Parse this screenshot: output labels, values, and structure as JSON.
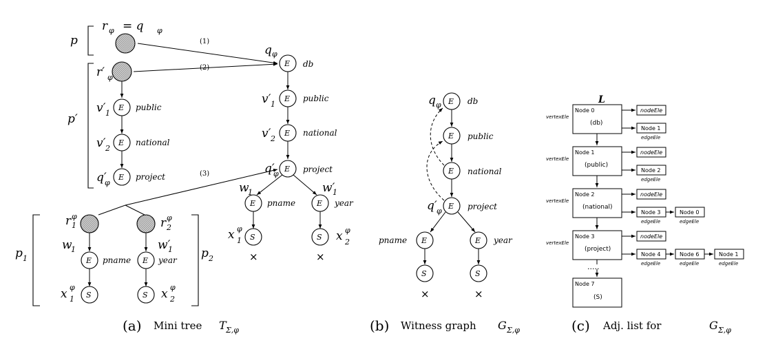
{
  "panel_a": {
    "caption_num": "(a)",
    "caption_text": "Mini tree",
    "caption_sym": "T",
    "caption_sub": "Σ,φ",
    "bracket_p": "p",
    "bracket_p_prime": "p′",
    "bracket_p1_base": "p",
    "bracket_p1_sub": "1",
    "bracket_p2_base": "p",
    "bracket_p2_sub": "2",
    "r_phi_eq": "r",
    "r_phi_eq_rhs": "= q",
    "phi": "φ",
    "r_prime": "r′",
    "v1_prime": "v′",
    "v2_prime": "v′",
    "q_prime": "q′",
    "q_phi": "q",
    "r1": "r",
    "r2": "r",
    "w1": "w",
    "w1_prime": "w′",
    "x1": "x",
    "x2": "x",
    "sub_1": "1",
    "sub_2": "2",
    "arrow1": "(1)",
    "arrow2": "(2)",
    "arrow3": "(3)",
    "node_E": "E",
    "node_S": "S",
    "lbl_db": "db",
    "lbl_public": "public",
    "lbl_national": "national",
    "lbl_project": "project",
    "lbl_pname": "pname",
    "lbl_year": "year",
    "cross": "×"
  },
  "panel_b": {
    "caption_num": "(b)",
    "caption_text": "Witness graph",
    "caption_sym": "G",
    "caption_sub": "Σ,φ",
    "q_phi": "q",
    "q_prime": "q′",
    "phi": "φ",
    "lbl_db": "db",
    "lbl_public": "public",
    "lbl_national": "national",
    "lbl_project": "project",
    "lbl_pname": "pname",
    "lbl_year": "year",
    "node_E": "E",
    "node_S": "S",
    "cross": "×"
  },
  "panel_c": {
    "caption_num": "(c)",
    "caption_text": "Adj. list for",
    "caption_sym": "G",
    "caption_sub": "Σ,φ",
    "title": "L",
    "vertex_label": "vertexEle",
    "node_ele": "nodeEle",
    "edge_ele": "edgeEle",
    "dots": ".....",
    "vertices": [
      {
        "name": "Node 0",
        "label": "(db)"
      },
      {
        "name": "Node 1",
        "label": "(public)"
      },
      {
        "name": "Node 2",
        "label": "(national)"
      },
      {
        "name": "Node 3",
        "label": "(project)"
      },
      {
        "name": "Node 7",
        "label": "(S)"
      }
    ],
    "edges": {
      "row0": [
        "Node 1"
      ],
      "row1": [
        "Node 2"
      ],
      "row2": [
        "Node 3",
        "Node 0"
      ],
      "row3": [
        "Node 4",
        "Node 6",
        "Node 1"
      ]
    }
  }
}
